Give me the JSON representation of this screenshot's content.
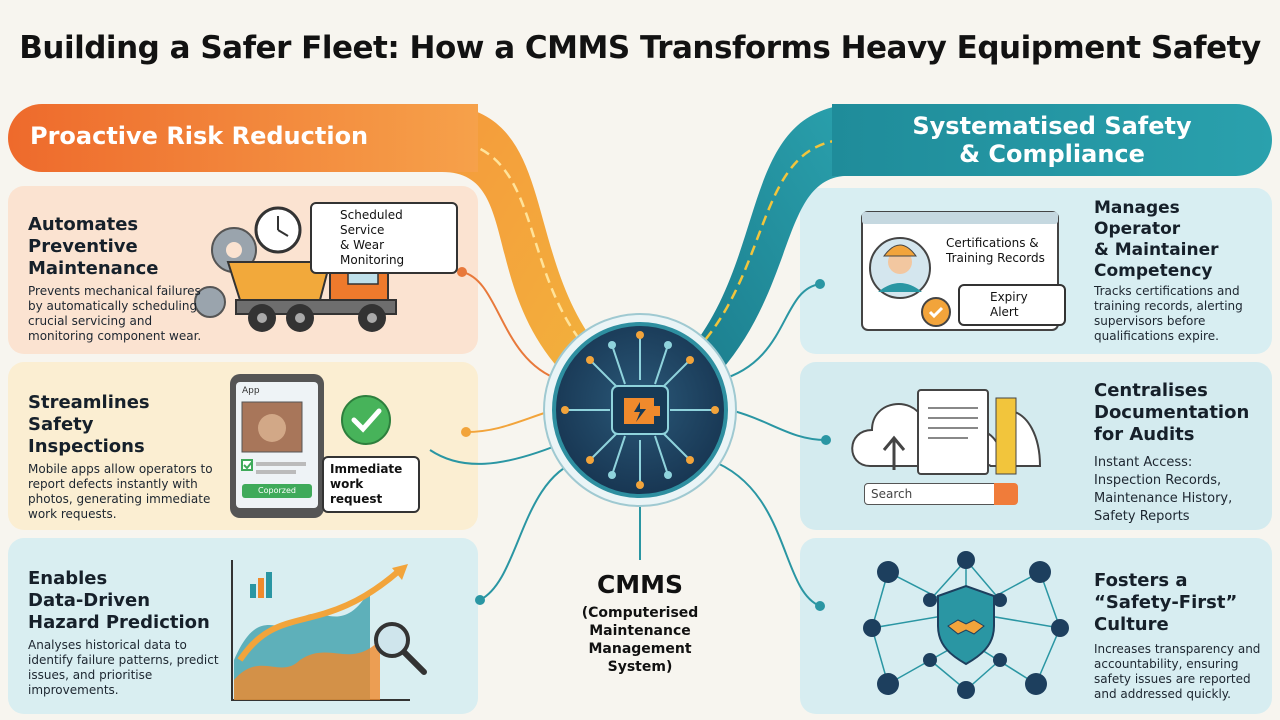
{
  "title": "Building a Safer Fleet: How a CMMS Transforms Heavy Equipment Safety",
  "left_banner": "Proactive Risk Reduction",
  "right_banner_line1": "Systematised Safety",
  "right_banner_line2": "& Compliance",
  "center": {
    "title": "CMMS",
    "subtitle_lines": [
      "(Computerised",
      "Maintenance",
      "Management",
      "System)"
    ]
  },
  "left_items": [
    {
      "heading": [
        "Automates",
        "Preventive",
        "Maintenance"
      ],
      "desc": [
        "Prevents mechanical failures",
        "by automatically scheduling",
        "crucial servicing and",
        "monitoring component wear."
      ],
      "callout": [
        "Scheduled Service",
        "& Wear Monitoring"
      ]
    },
    {
      "heading": [
        "Streamlines",
        "Safety",
        "Inspections"
      ],
      "desc": [
        "Mobile apps allow operators to",
        "report defects instantly with",
        "photos, generating immediate",
        "work requests."
      ],
      "callout": [
        "Immediate",
        "work request"
      ],
      "app_label": "App",
      "app_button": "Coporzed"
    },
    {
      "heading": [
        "Enables",
        "Data-Driven",
        "Hazard Prediction"
      ],
      "desc": [
        "Analyses historical data to",
        "identify failure patterns, predict",
        "issues, and prioritise",
        "improvements."
      ]
    }
  ],
  "right_items": [
    {
      "heading": [
        "Manages",
        "Operator",
        "& Maintainer",
        "Competency"
      ],
      "desc": [
        "Tracks certifications and",
        "training records, alerting",
        "supervisors before",
        "qualifications expire."
      ],
      "card": [
        "Certifications &",
        "Training Records"
      ],
      "alert": "Expiry Alert"
    },
    {
      "heading": [
        "Centralises",
        "Documentation",
        "for Audits"
      ],
      "desc": [
        "Instant Access:",
        "Inspection Records,",
        "Maintenance History,",
        "Safety Reports"
      ],
      "search": "Search"
    },
    {
      "heading": [
        "Fosters a",
        "“Safety-First”",
        "Culture"
      ],
      "desc": [
        "Increases transparency and",
        "accountability, ensuring",
        "safety issues are reported",
        "and addressed quickly."
      ]
    }
  ],
  "colors": {
    "orange": "#ee6a2c",
    "teal": "#1f8c9a",
    "navy": "#1d3f5e"
  }
}
